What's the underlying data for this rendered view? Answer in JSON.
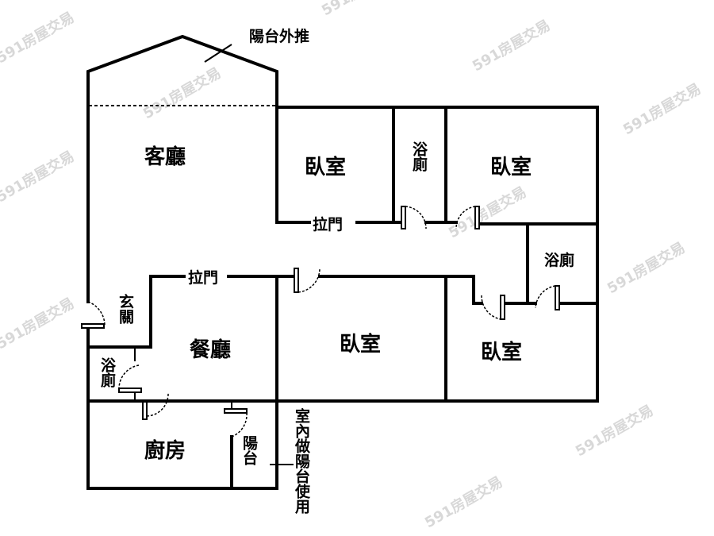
{
  "floorplan": {
    "balcony_extension": "陽台外推",
    "living_room": "客廳",
    "bedrooms": [
      "臥室",
      "臥室",
      "臥室",
      "臥室"
    ],
    "bathrooms": [
      "浴廁",
      "浴廁",
      "浴廁"
    ],
    "sliding_doors": [
      "拉門",
      "拉門"
    ],
    "entrance": "玄關",
    "dining_room": "餐廳",
    "kitchen": "廚房",
    "balcony": "陽台",
    "indoor_balcony_note": "室內做陽台使用"
  },
  "watermark": "591房屋交易"
}
